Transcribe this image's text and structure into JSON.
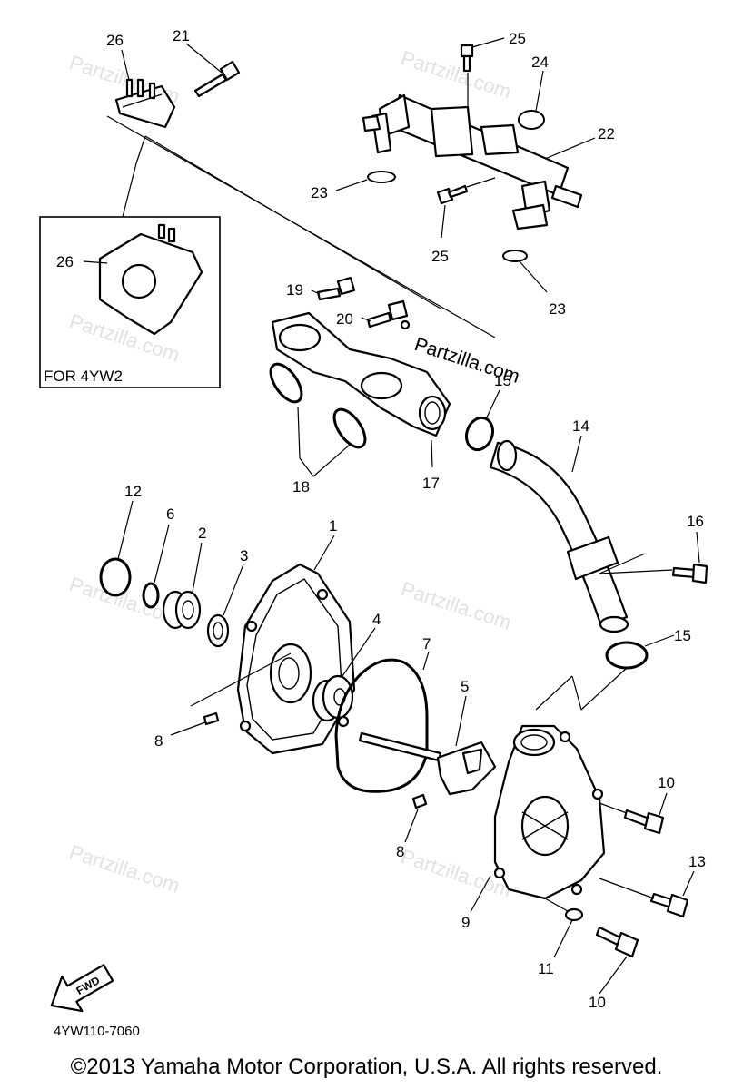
{
  "watermark_text": "Partzilla.com",
  "center_watermark": "Partzilla.com",
  "inset_caption": "FOR 4YW2",
  "fwd_label": "FWD",
  "diagram_code": "4YW110-7060",
  "copyright": "©2013  Yamaha Motor Corporation, U.S.A. All rights reserved.",
  "callouts": {
    "c1": "1",
    "c2": "2",
    "c3": "3",
    "c4": "4",
    "c5": "5",
    "c6": "6",
    "c7": "7",
    "c8a": "8",
    "c8b": "8",
    "c9": "9",
    "c10a": "10",
    "c10b": "10",
    "c11": "11",
    "c12": "12",
    "c13": "13",
    "c14": "14",
    "c15a": "15",
    "c15b": "15",
    "c16": "16",
    "c17": "17",
    "c18": "18",
    "c19": "19",
    "c20": "20",
    "c21": "21",
    "c22": "22",
    "c23a": "23",
    "c23b": "23",
    "c24": "24",
    "c25a": "25",
    "c25b": "25",
    "c26a": "26",
    "c26b": "26"
  }
}
